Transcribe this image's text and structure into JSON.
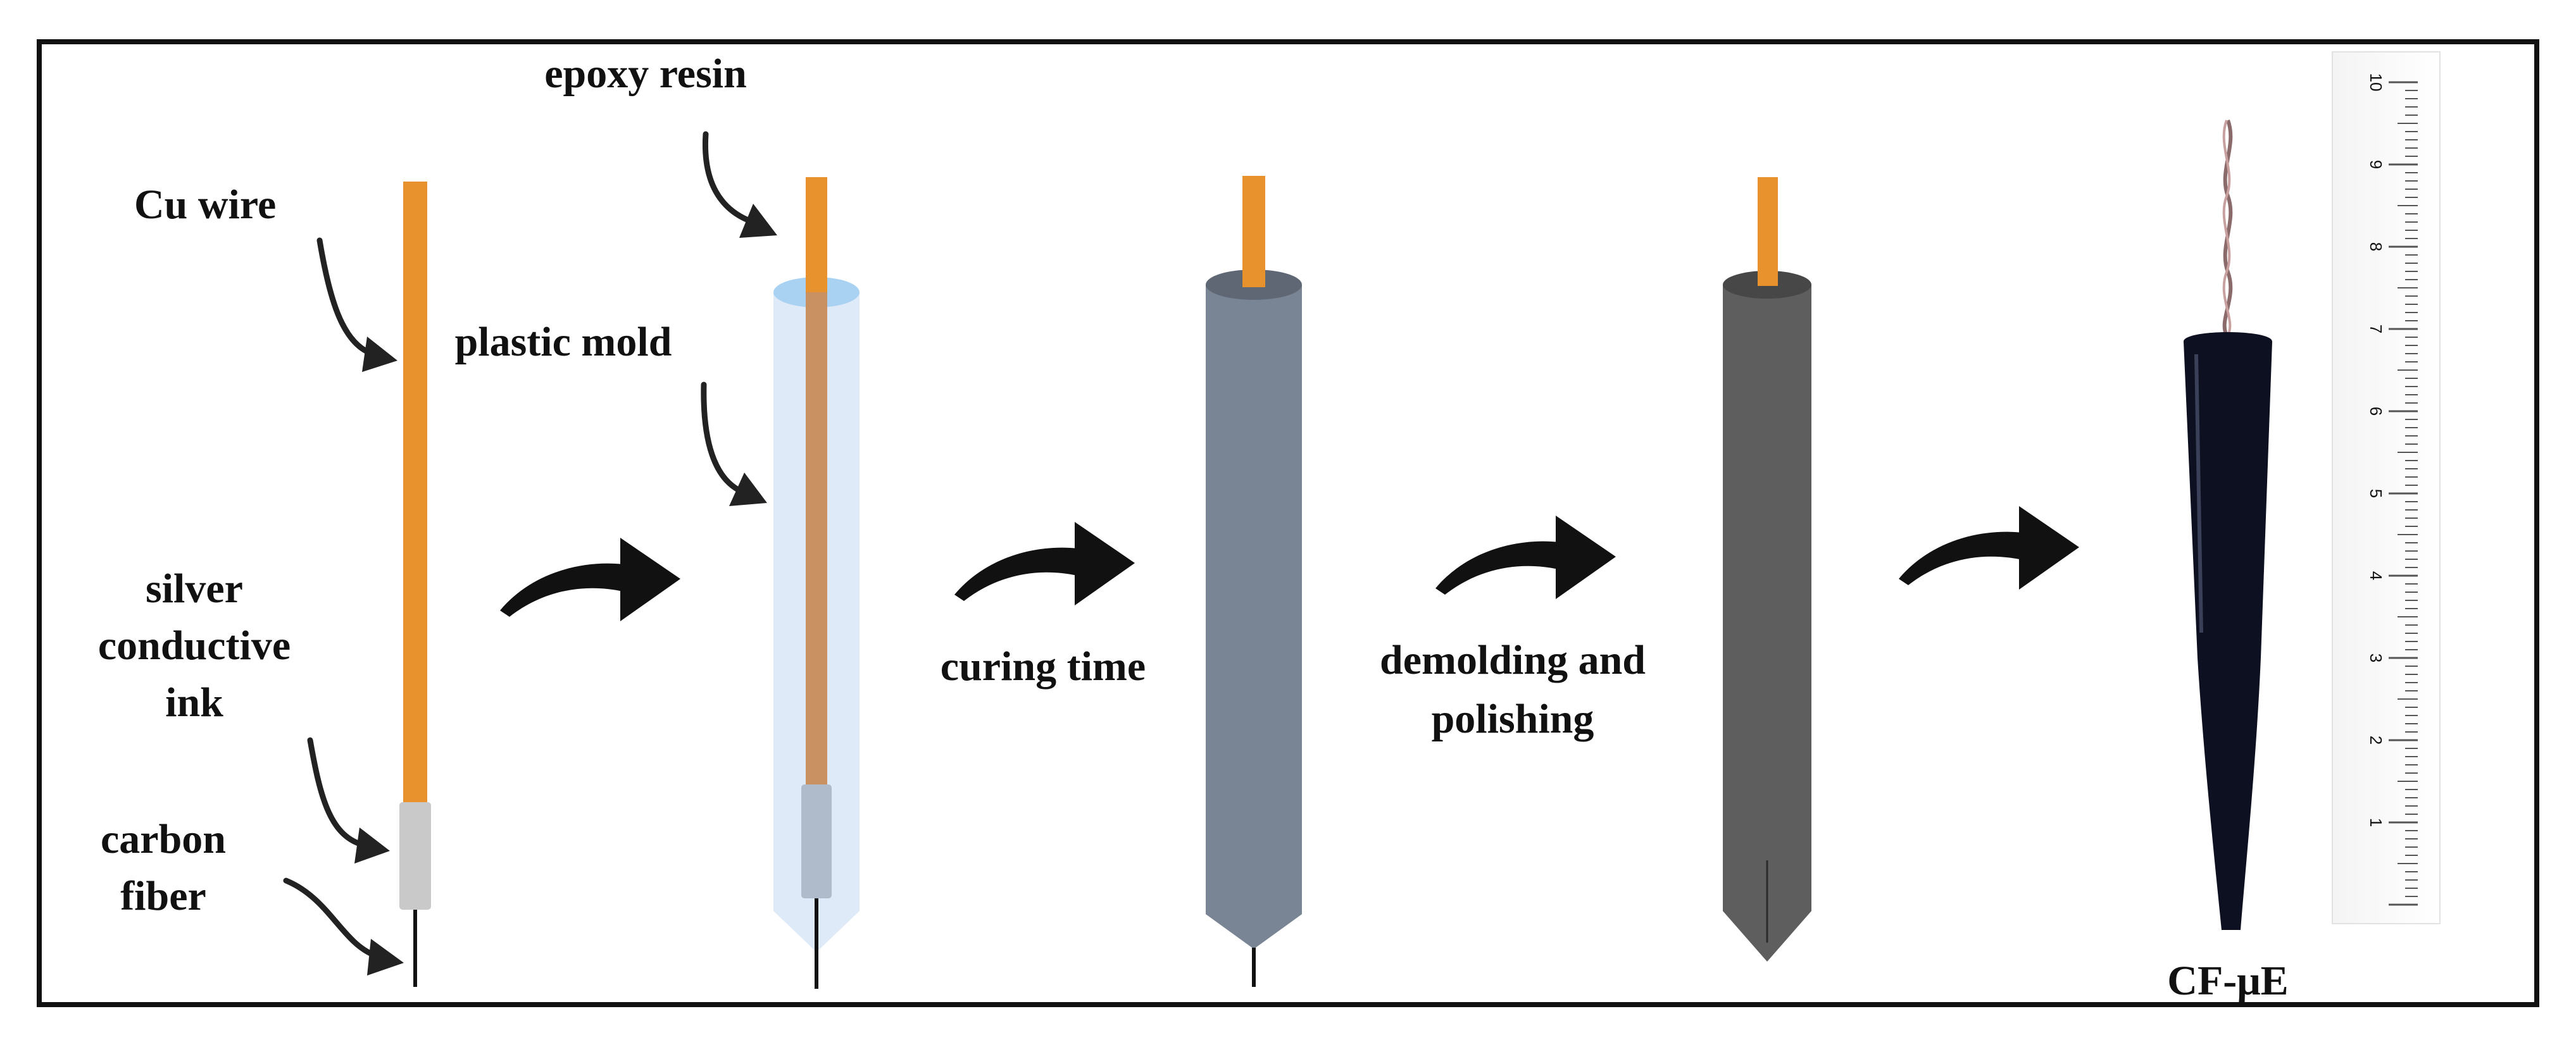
{
  "labels": {
    "cu_wire": "Cu wire",
    "epoxy_resin": "epoxy resin",
    "plastic_mold": "plastic mold",
    "silver_line1": "silver",
    "silver_line2": "conductive",
    "silver_line3": "ink",
    "carbon_line1": "carbon",
    "carbon_line2": "fiber",
    "curing_time": "curing time",
    "demolding_line1": "demolding and",
    "demolding_line2": "polishing",
    "final": "CF-μE"
  },
  "ruler_numbers": [
    "1",
    "2",
    "3",
    "4",
    "5",
    "6",
    "7",
    "8",
    "9",
    "10"
  ],
  "colors": {
    "frame": "#111111",
    "copper": "#E8922E",
    "copper_in_mold": "#C99062",
    "silver_ink": "#C9C9C9",
    "silver_ink_in_mold": "#AFBBCB",
    "mold": "#DCE8F7",
    "mold_top": "#A9D2F2",
    "cured_body": "#798494",
    "cured_cap": "#5F6775",
    "polished_body": "#5E5E5E",
    "polished_cap": "#474747",
    "photo_body": "#0D1020",
    "arrow": "#111111"
  }
}
